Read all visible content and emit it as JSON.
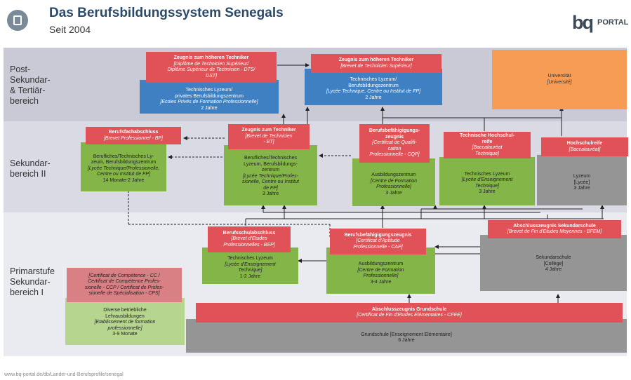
{
  "header": {
    "title": "Das Berufsbildungssystem Senegals",
    "subtitle": "Seit 2004",
    "logo_mark": "bq",
    "logo_text": "PORTAL",
    "icon": "document-globe-icon"
  },
  "bands": {
    "post": "Post-\nSekundar-\n& Tertiär-\nbereich",
    "sek2": "Sekundar-\nbereich II",
    "prim": "Primarstufe\nSekundar-\nbereich I"
  },
  "boxes": {
    "cert_dts": {
      "title": "Zeugnis zum höheren Techniker",
      "line2": "[Diplôme de Technicien Supérieur/",
      "line3": "Diplôme Supérieur de Technicien - DTS/",
      "line4": "DST]"
    },
    "lyc_priv": {
      "l1": "Technisches Lyzeum/",
      "l2": "privates Berufsbildungszentrum",
      "l3": "[Ecoles Privés de Formation Professionnelle]",
      "l4": "2 Jahre"
    },
    "cert_bts": {
      "title": "Zeugnis zum höheren Techniker",
      "line2": "[Brevet de Technicien Supérieur]"
    },
    "lyc_pub": {
      "l1": "Technisches Lyzeum/",
      "l2": "Berufsbildungszentrum",
      "l3": "[Lycée Technique, Centre ou Institut de FP]",
      "l4": "2 Jahre"
    },
    "uni": {
      "l1": "Universität",
      "l2": "[Université]"
    },
    "cert_bp": {
      "title": "Berufsfachabschluss",
      "line2": "[Brevet Professionnel - BP]"
    },
    "beruf_lyz1": {
      "l1": "Berufliches/Technisches Ly-",
      "l2": "zeum, Berufsbildungszentrum",
      "l3": "[Lycée Technique/Professionelle,",
      "l4": "Centre ou Institut de FP]",
      "l5": "14 Monate-2 Jahre"
    },
    "cert_bt": {
      "title": "Zeugnis zum Techniker",
      "line2": "[Brevet de Technicien",
      "line3": "- BT]"
    },
    "beruf_lyz2": {
      "l1": "Berufliches/Technisches",
      "l2": "Lyzeum, Berufsbildungs-",
      "l3": "zentrum",
      "l4": "[Lycée Technique/Profes-",
      "l5": "sionelle, Centre ou Institut",
      "l6": "de FP]",
      "l7": "3 Jahre"
    },
    "cert_cqp": {
      "title": "Berufsbefähigigungs-",
      "title2": "zeugnis",
      "line2": "[Certificat de Qualifi-",
      "line3": "cation",
      "line4": "Professionnelle - CQP]"
    },
    "ausb1": {
      "l1": "Ausbildungszentrum",
      "l2": "[Centre de Formation",
      "l3": "Professionnelle]",
      "l4": "3 Jahre"
    },
    "cert_bac_t": {
      "title": "Technische Hochschul-",
      "title2": "reife",
      "line2": "[Baccalauréat",
      "line3": "Technique]"
    },
    "tech_lyz3": {
      "l1": "Technisches Lyzeum",
      "l2": "[Lycée d'Enseignement",
      "l3": "Technique]",
      "l4": "3 Jahre"
    },
    "cert_bac": {
      "title": "Hochschulreife",
      "line2": "[Baccalauréat]"
    },
    "lyzeum": {
      "l1": "Lyzeum",
      "l2": "[Lycée]",
      "l3": "3 Jahre"
    },
    "cert_bep": {
      "title": "Berufsschulabschluss",
      "line2": "[Brevet d'Etudes",
      "line3": "Professionnelles - BEP]"
    },
    "tech_lyz_bep": {
      "l1": "Technisches Lyzeum",
      "l2": "[Lycée d'Enseignement",
      "l3": "Technique]",
      "l4": "1-2 Jahre"
    },
    "cert_cap": {
      "title": "Berufsbefähigigungszeugnis",
      "line2": "[Certificat d'Aptitude",
      "line3": "Professionnelle - CAP]"
    },
    "ausb2": {
      "l1": "Ausbildungszentrum",
      "l2": "[Centre de Formation",
      "l3": "Professionnelle]",
      "l4": "3-4 Jahre"
    },
    "cert_bfem": {
      "title": "Abschlusszeugnis Sekundarschule",
      "line2": "[Brevet de Fin d'Etudes Moyennes - BFEM]"
    },
    "sekschule": {
      "l1": "Sekundarschule",
      "l2": "[Collège]",
      "l3": "4 Jahre"
    },
    "cert_cc": {
      "line1": "[Certificat de Compétence - CC /",
      "line2": "Certificat de Compétence Profes-",
      "line3": "sionelle - CCP / Certificat de Profes-",
      "line4": "sionelle de Spécialisation - CPS]"
    },
    "betrieb": {
      "l1": "Diverse betriebliche",
      "l2": "Lehrausbildungen",
      "l3": "[Etablissement de formation",
      "l4": "professionnelle]",
      "l5": "3-9 Monate"
    },
    "cert_cfee": {
      "title": "Abschlusszeugnis Grundschule",
      "line2": "[Certificat de Fin d'Etudes Elémentaires - CFEE]"
    },
    "grund": {
      "l1": "Grundschule [Enseignement Elémentaire]",
      "l2": "6 Jahre"
    }
  },
  "footer": "www.bq-portal.de/db/Lander-und-Berufsprofile/senegal",
  "colors": {
    "red": "#e05257",
    "blue": "#3e80c2",
    "green": "#84b548",
    "gray": "#959595",
    "orange": "#f69c54",
    "band1": "#c9cad6",
    "band2": "#d9dae3",
    "band3": "#eaebf1"
  }
}
